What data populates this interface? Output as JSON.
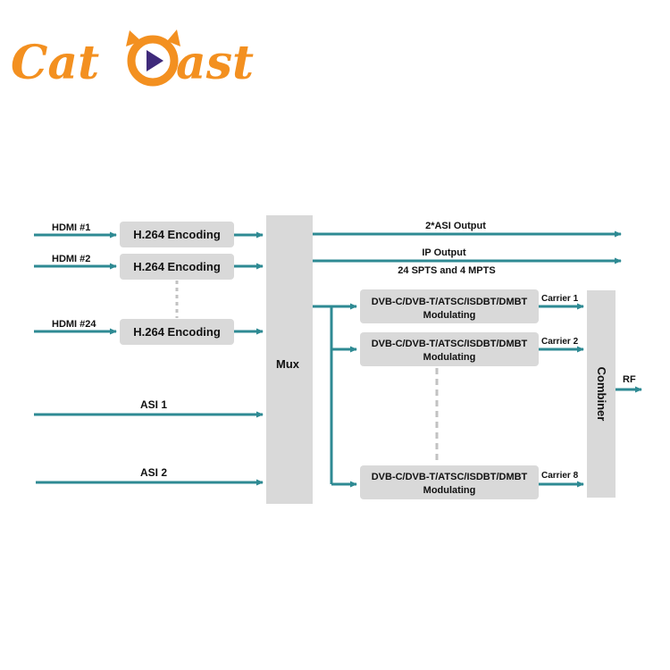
{
  "brand": {
    "name_prefix": "Cat",
    "name_suffix": "ast",
    "color": "#f39020",
    "play_color": "#3f2a7a",
    "icon": "cat-play-logo-icon"
  },
  "colors": {
    "arrow": "#2e8a93",
    "box": "#d9d9d9",
    "dashed": "#c2c2c2"
  },
  "inputs": {
    "hdmi1": "HDMI #1",
    "hdmi2": "HDMI #2",
    "hdmi24": "HDMI #24",
    "asi1": "ASI 1",
    "asi2": "ASI 2"
  },
  "encoders": {
    "e1": "H.264 Encoding",
    "e2": "H.264 Encoding",
    "e24": "H.264 Encoding"
  },
  "mux": "Mux",
  "outputs": {
    "asi_output": "2*ASI Output",
    "ip_output": "IP Output",
    "ip_detail": "24 SPTS and 4 MPTS"
  },
  "modulators": {
    "m1_line1": "DVB-C/DVB-T/ATSC/ISDBT/DMBT",
    "m1_line2": "Modulating",
    "m2_line1": "DVB-C/DVB-T/ATSC/ISDBT/DMBT",
    "m2_line2": "Modulating",
    "m8_line1": "DVB-C/DVB-T/ATSC/ISDBT/DMBT",
    "m8_line2": "Modulating"
  },
  "carriers": {
    "c1": "Carrier 1",
    "c2": "Carrier 2",
    "c8": "Carrier 8"
  },
  "combiner": "Combiner",
  "rf": "RF"
}
